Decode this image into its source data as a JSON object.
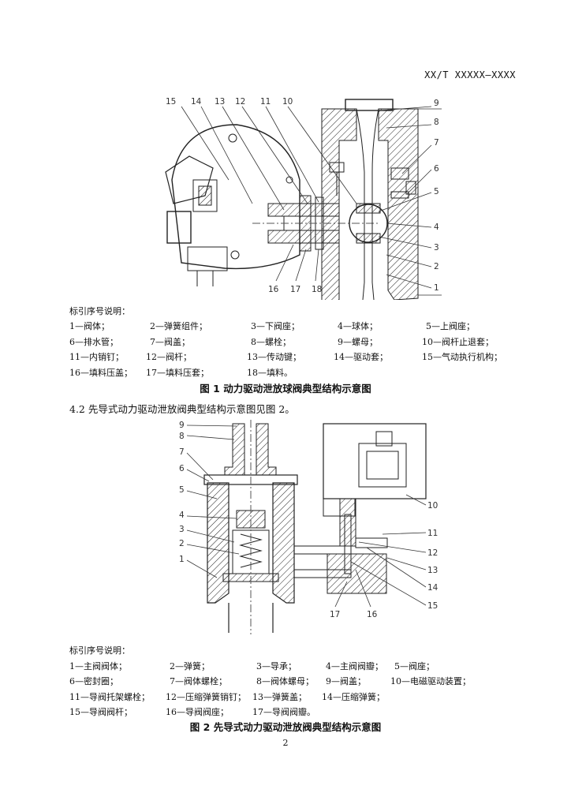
{
  "header": {
    "code": "XX/T XXXXX—XXXX"
  },
  "figure1": {
    "callouts": [
      "1",
      "2",
      "3",
      "4",
      "5",
      "6",
      "7",
      "8",
      "9",
      "10",
      "11",
      "12",
      "13",
      "14",
      "15",
      "16",
      "17",
      "18"
    ],
    "legend_title": "标引序号说明：",
    "legend": [
      [
        "1—阀体；",
        "2—弹簧组件；",
        "3—下阀座；",
        "4—球体；",
        "5—上阀座；"
      ],
      [
        "6—排水管；",
        "7—阀盖；",
        "8—螺栓；",
        "9—螺母；",
        "10—阀杆止退套；"
      ],
      [
        "11—内销钉；",
        "12—阀杆；",
        "13—传动键；",
        "14—驱动套；",
        "15—气动执行机构；"
      ],
      [
        "16—填料压盖；",
        "17—填料压套；",
        "18—填料。"
      ]
    ],
    "caption": "图 1  动力驱动泄放球阀典型结构示意图"
  },
  "clause": "4.2  先导式动力驱动泄放阀典型结构示意图见图 2。",
  "figure2": {
    "callouts": [
      "1",
      "2",
      "3",
      "4",
      "5",
      "6",
      "7",
      "8",
      "9",
      "10",
      "11",
      "12",
      "13",
      "14",
      "15",
      "16",
      "17"
    ],
    "legend_title": "标引序号说明：",
    "legend": [
      [
        "1—主阀阀体；",
        "2—弹簧；",
        "3—导承；",
        "4—主阀阀瓣；",
        "5—阀座；"
      ],
      [
        "6—密封圈；",
        "7—阀体螺栓；",
        "8—阀体螺母；",
        "9—阀盖；",
        "10—电磁驱动装置；"
      ],
      [
        "11—导阀托架螺栓；",
        "12—压缩弹簧销钉；",
        "13—弹簧盖；",
        "14—压缩弹簧；"
      ],
      [
        "15—导阀阀杆；",
        "16—导阀阀座；",
        "17—导阀阀瓣。"
      ]
    ],
    "caption": "图 2  先导式动力驱动泄放阀典型结构示意图"
  },
  "page_number": "2"
}
